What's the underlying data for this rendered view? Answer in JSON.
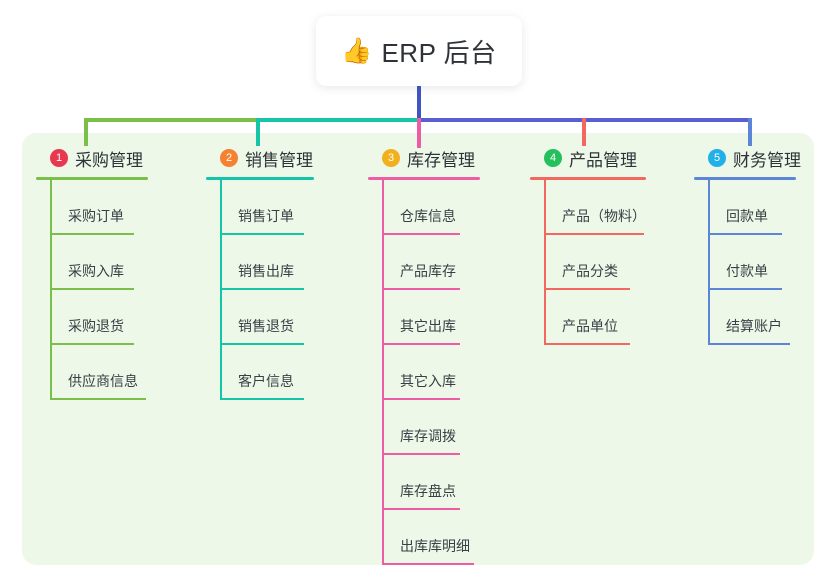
{
  "diagram": {
    "type": "mindmap",
    "root": {
      "icon": "thumbs-up-icon",
      "icon_glyph": "👍",
      "label": "ERP 后台"
    },
    "panel_color": "#eef8e9",
    "branches": [
      {
        "number": "1",
        "title": "采购管理",
        "badge_color": "#e8384f",
        "line_color": "#79bf4a",
        "children": [
          {
            "label": "采购订单"
          },
          {
            "label": "采购入库"
          },
          {
            "label": "采购退货"
          },
          {
            "label": "供应商信息"
          }
        ]
      },
      {
        "number": "2",
        "title": "销售管理",
        "badge_color": "#f58231",
        "line_color": "#16c4a8",
        "children": [
          {
            "label": "销售订单"
          },
          {
            "label": "销售出库"
          },
          {
            "label": "销售退货"
          },
          {
            "label": "客户信息"
          }
        ]
      },
      {
        "number": "3",
        "title": "库存管理",
        "badge_color": "#f2b01e",
        "line_color": "#ed5ca4",
        "children": [
          {
            "label": "仓库信息"
          },
          {
            "label": "产品库存"
          },
          {
            "label": "其它出库"
          },
          {
            "label": "其它入库"
          },
          {
            "label": "库存调拨"
          },
          {
            "label": "库存盘点"
          },
          {
            "label": "出库库明细"
          }
        ]
      },
      {
        "number": "4",
        "title": "产品管理",
        "badge_color": "#23c05c",
        "line_color": "#f2675f",
        "children": [
          {
            "label": "产品（物料）"
          },
          {
            "label": "产品分类"
          },
          {
            "label": "产品单位"
          }
        ]
      },
      {
        "number": "5",
        "title": "财务管理",
        "badge_color": "#22b0e8",
        "line_color": "#5b86d8",
        "children": [
          {
            "label": "回款单"
          },
          {
            "label": "付款单"
          },
          {
            "label": "结算账户"
          }
        ]
      }
    ],
    "connector": {
      "stem_color": "#3f56c2",
      "bus_segments": [
        {
          "color": "#79bf4a"
        },
        {
          "color": "#16c4a8"
        },
        {
          "color": "#5b5ed0"
        }
      ]
    }
  }
}
